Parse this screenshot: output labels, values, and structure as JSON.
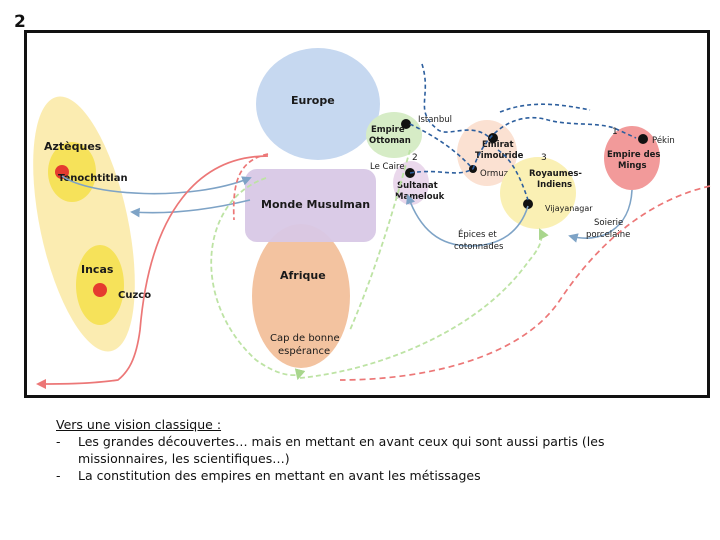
{
  "slide_number": "2",
  "diagram": {
    "regions": {
      "europe": "Europe",
      "monde_musulman": "Monde Musulman",
      "afrique": "Afrique",
      "azteques": "Aztèques",
      "incas": "Incas",
      "empire_ottoman_1": "Empire",
      "empire_ottoman_2": "Ottoman",
      "emirat_timouride_1": "Emirat",
      "emirat_timouride_2": "Timouride",
      "royaumes_indiens_1": "Royaumes-",
      "royaumes_indiens_2": "Indiens",
      "empire_mings_1": "Empire des",
      "empire_mings_2": "Mings",
      "sultanat_1": "Sultanat",
      "sultanat_2": "Mamelouk"
    },
    "places": {
      "tenochtitlan": "Tenochtitlan",
      "cuzco": "Cuzco",
      "istanbul": "Istanbul",
      "le_caire": "Le Caire",
      "ormuz": "Ormuz",
      "vijayanagar": "Vijayanagar",
      "pekin": "Pékin",
      "cap_1": "Cap de bonne",
      "cap_2": "espérance"
    },
    "goods": {
      "epices_1": "Épices et",
      "epices_2": "cotonnades",
      "soierie_1": "Soierie",
      "soierie_2": "porcelaine"
    },
    "route_numbers": {
      "n1": "1",
      "n2": "2",
      "n3": "3"
    },
    "colors": {
      "europe": "#c6d8f0",
      "monde_musulman": "#d8c8e6",
      "afrique": "#f3c3a0",
      "americas": "#fbeaa8",
      "ottoman": "#d6ecc6",
      "timouride": "#fbe1d2",
      "royaumes": "#faf0b4",
      "mings": "#f29a9a",
      "route_red": "#ec7777",
      "route_green": "#bde3a4",
      "route_blue": "#2d5f9e",
      "route_lightblue": "#7ea3c6"
    }
  },
  "notes": {
    "heading": "Vers une vision classique :",
    "bullet_1": "Les grandes découvertes… mais en mettant en avant ceux qui sont aussi partis (les missionnaires, les scientifiques…)",
    "bullet_2": "La constitution des empires en mettant en avant les métissages",
    "dash": "-"
  }
}
